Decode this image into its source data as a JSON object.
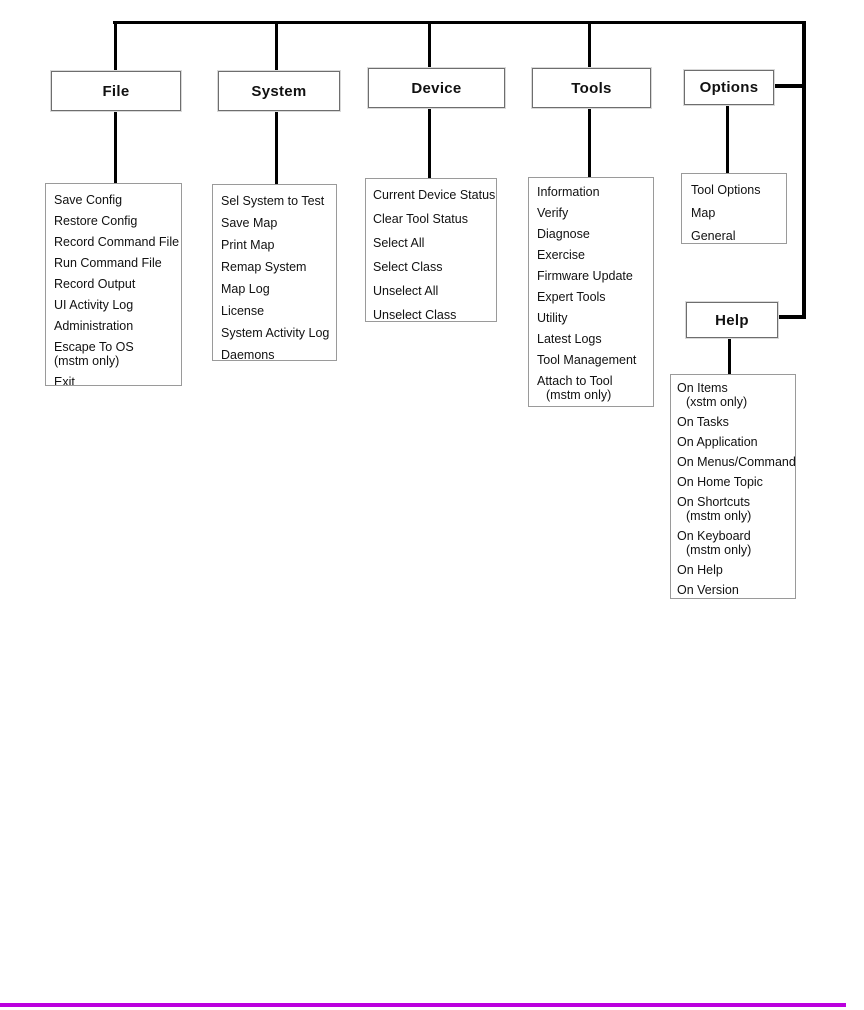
{
  "diagram": {
    "description": "Menu tree diagram",
    "colors": {
      "connector": "#000000",
      "box_border": "#6e6e6e",
      "list_border": "#9a9a9a",
      "accent_rule": "#bb00de",
      "background": "#ffffff"
    }
  },
  "menus": [
    {
      "id": "file",
      "label": "File",
      "items": [
        {
          "text": "Save Config"
        },
        {
          "text": "Restore Config"
        },
        {
          "text": "Record Command File"
        },
        {
          "text": "Run Command File"
        },
        {
          "text": "Record Output"
        },
        {
          "text": "UI Activity Log"
        },
        {
          "text": "Administration"
        },
        {
          "text": "Escape To OS",
          "note": "(mstm only)"
        },
        {
          "text": "Exit"
        }
      ]
    },
    {
      "id": "system",
      "label": "System",
      "items": [
        {
          "text": "Sel System to Test"
        },
        {
          "text": "Save Map"
        },
        {
          "text": "Print Map"
        },
        {
          "text": "Remap System"
        },
        {
          "text": "Map Log"
        },
        {
          "text": "License"
        },
        {
          "text": "System Activity Log"
        },
        {
          "text": "Daemons"
        }
      ]
    },
    {
      "id": "device",
      "label": "Device",
      "items": [
        {
          "text": "Current Device Status"
        },
        {
          "text": "Clear Tool Status"
        },
        {
          "text": "Select All"
        },
        {
          "text": "Select Class"
        },
        {
          "text": "Unselect All"
        },
        {
          "text": "Unselect Class"
        }
      ]
    },
    {
      "id": "tools",
      "label": "Tools",
      "items": [
        {
          "text": "Information"
        },
        {
          "text": "Verify"
        },
        {
          "text": "Diagnose"
        },
        {
          "text": "Exercise"
        },
        {
          "text": "Firmware Update"
        },
        {
          "text": "Expert Tools"
        },
        {
          "text": "Utility"
        },
        {
          "text": "Latest Logs"
        },
        {
          "text": "Tool Management"
        },
        {
          "text": "Attach to Tool",
          "note": "(mstm only)"
        }
      ]
    },
    {
      "id": "options",
      "label": "Options",
      "items": [
        {
          "text": "Tool Options"
        },
        {
          "text": "Map"
        },
        {
          "text": "General"
        }
      ]
    },
    {
      "id": "help",
      "label": "Help",
      "items": [
        {
          "text": "On Items",
          "note": "(xstm only)"
        },
        {
          "text": "On Tasks"
        },
        {
          "text": "On Application"
        },
        {
          "text": "On Menus/Command"
        },
        {
          "text": "On Home Topic"
        },
        {
          "text": "On Shortcuts",
          "note": "(mstm only)"
        },
        {
          "text": "On Keyboard",
          "note": "(mstm only)"
        },
        {
          "text": "On Help"
        },
        {
          "text": "On Version"
        }
      ]
    }
  ]
}
